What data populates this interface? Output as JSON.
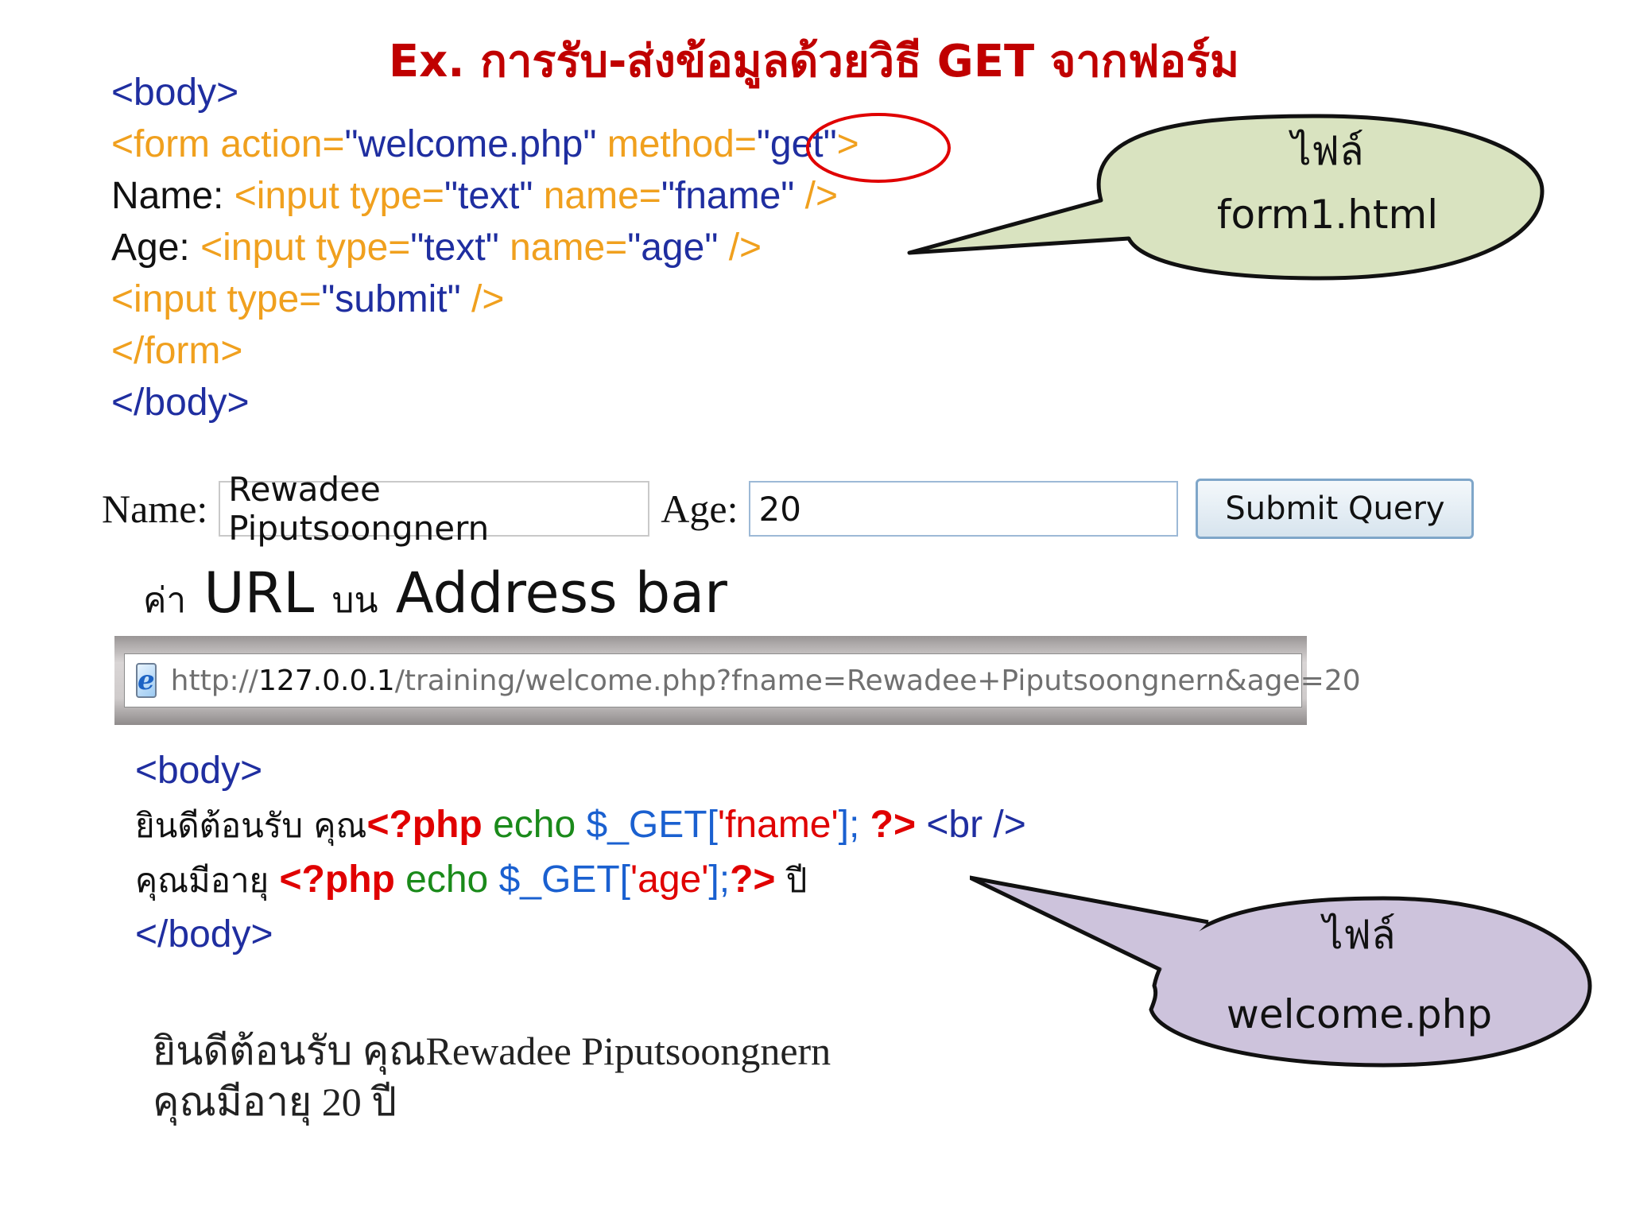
{
  "slide": {
    "title": "Ex. การรับ-ส่งข้อมูลด้วยวิธี GET จากฟอร์ม"
  },
  "form_code": {
    "line1": "<body>",
    "line2_tag_start": "<form action=",
    "line2_action": "\"welcome.php\"",
    "line2_method_attr": " method=",
    "line2_method_value": "\"get\"",
    "line2_end": ">",
    "line3_label": "Name: ",
    "line3_tag": "<input type=",
    "line3_type": "\"text\"",
    "line3_name_attr": " name=",
    "line3_name": "\"fname\"",
    "line3_end": " />",
    "line4_label": "Age: ",
    "line4_tag": "<input type=",
    "line4_type": "\"text\"",
    "line4_name_attr": " name=",
    "line4_name": "\"age\"",
    "line4_end": " />",
    "line5_tag": "<input type=",
    "line5_type": "\"submit\"",
    "line5_end": " />",
    "line6": "</form>",
    "line7": "</body>"
  },
  "callout_form": {
    "line1": "ไฟล์",
    "line2": "form1.html",
    "fill": "#d9e3c0"
  },
  "rendered_form": {
    "name_label": "Name:",
    "name_value": "Rewadee Piputsoongnern",
    "age_label": "Age:",
    "age_value": "20",
    "submit_label": "Submit Query"
  },
  "url_heading": {
    "prefix": "ค่า",
    "url": " URL ",
    "on": "บน",
    "address": " Address bar"
  },
  "address_bar": {
    "icon": "ie-browser-icon",
    "url_scheme": "http://",
    "url_host": "127.0.0.1",
    "url_rest": "/training/welcome.php?fname=Rewadee+Piputsoongnern&age=20"
  },
  "welcome_code": {
    "line1": "<body>",
    "line2_text": "ยินดีต้อนรับ คุณ",
    "line2_php_open": "<?php",
    "line2_echo": " echo ",
    "line2_var": "$_GET[",
    "line2_key": "'fname'",
    "line2_close_bracket": "];",
    "line2_php_close": " ?>",
    "line2_br": " <br />",
    "line3_text": "คุณมีอายุ ",
    "line3_php_open": "<?php",
    "line3_echo": " echo ",
    "line3_var": "$_GET[",
    "line3_key": "'age'",
    "line3_close_bracket": "];",
    "line3_php_close": "?>",
    "line3_suffix": " ปี",
    "line4": "</body>"
  },
  "callout_php": {
    "line1": "ไฟล์",
    "line2": "welcome.php",
    "fill": "#cdc3dc"
  },
  "result_output": {
    "line1": "ยินดีต้อนรับ คุณRewadee Piputsoongnern",
    "line2": "คุณมีอายุ 20 ปี"
  },
  "colors": {
    "title": "#c00000",
    "code_blue": "#1f2ea0",
    "code_orange": "#f0a01e",
    "php_red": "#e00000",
    "php_green": "#1a8a1a",
    "highlight_circle": "#e00000"
  }
}
